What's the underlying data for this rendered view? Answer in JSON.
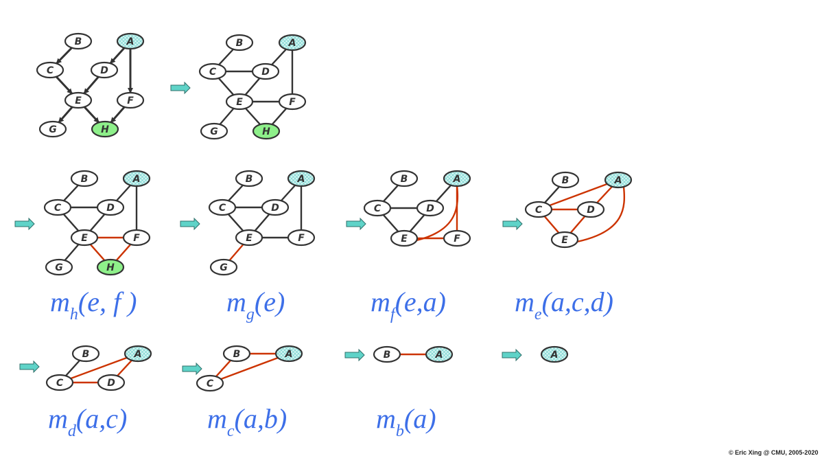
{
  "colors": {
    "edge": "#333333",
    "added_edge": "#cc3300",
    "evidence_node": "#8ef08a",
    "query_node": "#bfeeee",
    "arrow": "#5fd3c8",
    "formula": "#3d6fe8"
  },
  "graphs": [
    {
      "id": "g1",
      "nodes": [
        "B",
        "A",
        "C",
        "D",
        "E",
        "F",
        "G",
        "H"
      ],
      "directed": true,
      "edges": [
        [
          "B",
          "C",
          "edge"
        ],
        [
          "A",
          "D",
          "edge"
        ],
        [
          "A",
          "F",
          "edge"
        ],
        [
          "C",
          "E",
          "edge"
        ],
        [
          "D",
          "E",
          "edge"
        ],
        [
          "E",
          "G",
          "edge"
        ],
        [
          "E",
          "H",
          "edge"
        ],
        [
          "F",
          "H",
          "edge"
        ]
      ]
    },
    {
      "id": "g2",
      "nodes": [
        "B",
        "A",
        "C",
        "D",
        "E",
        "F",
        "G",
        "H"
      ],
      "edges": [
        [
          "B",
          "C",
          "edge"
        ],
        [
          "C",
          "D",
          "edge"
        ],
        [
          "D",
          "A",
          "edge"
        ],
        [
          "A",
          "F",
          "edge"
        ],
        [
          "C",
          "E",
          "edge"
        ],
        [
          "D",
          "E",
          "edge"
        ],
        [
          "E",
          "F",
          "edge"
        ],
        [
          "E",
          "G",
          "edge"
        ],
        [
          "E",
          "H",
          "edge"
        ],
        [
          "F",
          "H",
          "edge"
        ]
      ]
    },
    {
      "id": "g3",
      "nodes": [
        "B",
        "A",
        "C",
        "D",
        "E",
        "F",
        "G",
        "H"
      ],
      "edges": [
        [
          "B",
          "C",
          "edge"
        ],
        [
          "C",
          "D",
          "edge"
        ],
        [
          "D",
          "A",
          "edge"
        ],
        [
          "A",
          "F",
          "edge"
        ],
        [
          "C",
          "E",
          "edge"
        ],
        [
          "D",
          "E",
          "edge"
        ],
        [
          "E",
          "F",
          "added_edge"
        ],
        [
          "E",
          "G",
          "edge"
        ],
        [
          "E",
          "H",
          "added_edge"
        ],
        [
          "F",
          "H",
          "added_edge"
        ]
      ]
    },
    {
      "id": "g4",
      "nodes": [
        "B",
        "A",
        "C",
        "D",
        "E",
        "F",
        "G"
      ],
      "edges": [
        [
          "B",
          "C",
          "edge"
        ],
        [
          "C",
          "D",
          "edge"
        ],
        [
          "D",
          "A",
          "edge"
        ],
        [
          "A",
          "F",
          "edge"
        ],
        [
          "C",
          "E",
          "edge"
        ],
        [
          "D",
          "E",
          "edge"
        ],
        [
          "E",
          "F",
          "edge"
        ],
        [
          "E",
          "G",
          "added_edge"
        ]
      ]
    },
    {
      "id": "g5",
      "nodes": [
        "B",
        "A",
        "C",
        "D",
        "E",
        "F"
      ],
      "edges": [
        [
          "B",
          "C",
          "edge"
        ],
        [
          "C",
          "D",
          "edge"
        ],
        [
          "D",
          "A",
          "edge"
        ],
        [
          "C",
          "E",
          "edge"
        ],
        [
          "D",
          "E",
          "edge"
        ],
        [
          "E",
          "F",
          "added_edge"
        ],
        [
          "A",
          "F",
          "added_edge"
        ],
        [
          "E",
          "A",
          "added_edge",
          "curved"
        ]
      ]
    },
    {
      "id": "g6",
      "nodes": [
        "B",
        "A",
        "C",
        "D",
        "E"
      ],
      "edges": [
        [
          "B",
          "C",
          "edge"
        ],
        [
          "C",
          "A",
          "added_edge"
        ],
        [
          "C",
          "D",
          "added_edge"
        ],
        [
          "D",
          "A",
          "added_edge"
        ],
        [
          "C",
          "E",
          "added_edge"
        ],
        [
          "D",
          "E",
          "added_edge"
        ],
        [
          "E",
          "A",
          "added_edge",
          "curved"
        ]
      ]
    },
    {
      "id": "g7",
      "nodes": [
        "B",
        "A",
        "C",
        "D"
      ],
      "edges": [
        [
          "B",
          "C",
          "edge"
        ],
        [
          "C",
          "A",
          "added_edge"
        ],
        [
          "C",
          "D",
          "added_edge"
        ],
        [
          "D",
          "A",
          "added_edge"
        ]
      ]
    },
    {
      "id": "g8",
      "nodes": [
        "B",
        "A",
        "C"
      ],
      "edges": [
        [
          "B",
          "A",
          "added_edge"
        ],
        [
          "B",
          "C",
          "added_edge"
        ],
        [
          "C",
          "A",
          "added_edge"
        ]
      ]
    },
    {
      "id": "g9",
      "nodes": [
        "B",
        "A"
      ],
      "edges": [
        [
          "B",
          "A",
          "added_edge"
        ]
      ]
    },
    {
      "id": "g10",
      "nodes": [
        "A"
      ],
      "edges": []
    }
  ],
  "query_node": "A",
  "evidence_node": "H",
  "formulas": [
    {
      "m": "m",
      "sub": "h",
      "args": "(e, f )"
    },
    {
      "m": "m",
      "sub": "g",
      "args": "(e)"
    },
    {
      "m": "m",
      "sub": "f",
      "args": "(e,a)"
    },
    {
      "m": "m",
      "sub": "e",
      "args": "(a,c,d)"
    },
    {
      "m": "m",
      "sub": "d",
      "args": "(a,c)"
    },
    {
      "m": "m",
      "sub": "c",
      "args": "(a,b)"
    },
    {
      "m": "m",
      "sub": "b",
      "args": "(a)"
    }
  ],
  "copyright": "© Eric Xing @ CMU, 2005-2020"
}
